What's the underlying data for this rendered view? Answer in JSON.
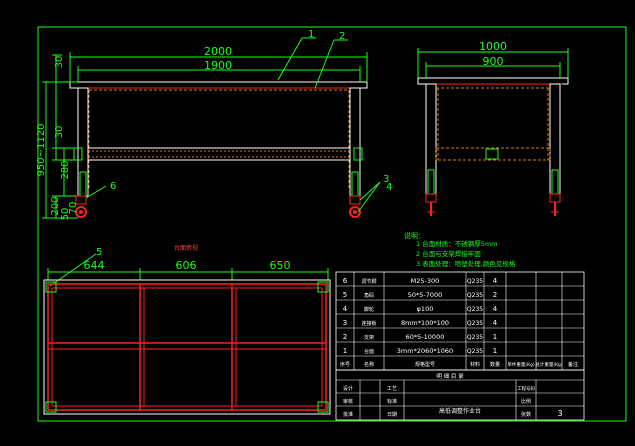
{
  "front_view": {
    "dim_total_width": "2000",
    "dim_inner_width": "1900",
    "dim_top_thickness": "30",
    "dim_height_range": "950~1120",
    "dim_upper_30": "30",
    "dim_shelf_height": "280",
    "dim_200": "200",
    "dim_50": "50",
    "dim_70": "70",
    "callout_1": "1",
    "callout_2": "2",
    "callout_3": "3",
    "callout_4": "4",
    "callout_6": "6"
  },
  "side_view": {
    "dim_total_width": "1000",
    "dim_inner_width": "900"
  },
  "plan_view": {
    "label": "台面俯视",
    "callout_5": "5",
    "dim_a": "644",
    "dim_b": "606",
    "dim_c": "650"
  },
  "notes": {
    "title": "说明：",
    "items": [
      "1  台面材质：不锈钢厚5mm",
      "2  台面与支架焊接牢固",
      "3  表面处理：喷塑处理,颜色见规格"
    ]
  },
  "parts_table": {
    "rows": [
      {
        "no": "6",
        "name": "调节脚",
        "spec": "M25-300",
        "material": "Q235",
        "qty": "4"
      },
      {
        "no": "5",
        "name": "角码",
        "spec": "50*5-7000",
        "material": "Q235",
        "qty": "2"
      },
      {
        "no": "4",
        "name": "脚轮",
        "spec": "φ100",
        "material": "Q235",
        "qty": "4"
      },
      {
        "no": "3",
        "name": "连接板",
        "spec": "8mm*100*100",
        "material": "Q235",
        "qty": "4"
      },
      {
        "no": "2",
        "name": "支架",
        "spec": "60*5-10000",
        "material": "Q235",
        "qty": "1"
      },
      {
        "no": "1",
        "name": "台面",
        "spec": "3mm*2060*1060",
        "material": "Q235",
        "qty": "1"
      }
    ],
    "header": {
      "no": "序号",
      "name": "名称",
      "spec": "规格型号",
      "material": "材料",
      "qty": "数量",
      "unit_weight": "单件重量(Kg)",
      "total_weight": "总计重量(Kg)",
      "remark": "备注"
    }
  },
  "title_block": {
    "summary": "明 细 目 录",
    "design": "设计",
    "check": "审核",
    "approve": "批准",
    "process": "工艺",
    "standard": "标准",
    "date": "日期",
    "drawing_name": "高低调整作业台",
    "scale_label": "比例",
    "sheet_label": "张数",
    "drawing_no_label": "工程号码",
    "sheet_count": "3"
  },
  "colors": {
    "frame": "#19ff19",
    "outline": "#ffffff",
    "structure": "#ff2020",
    "hidden": "#e87a00",
    "dim": "#19ff19",
    "label": "#ff4040"
  }
}
